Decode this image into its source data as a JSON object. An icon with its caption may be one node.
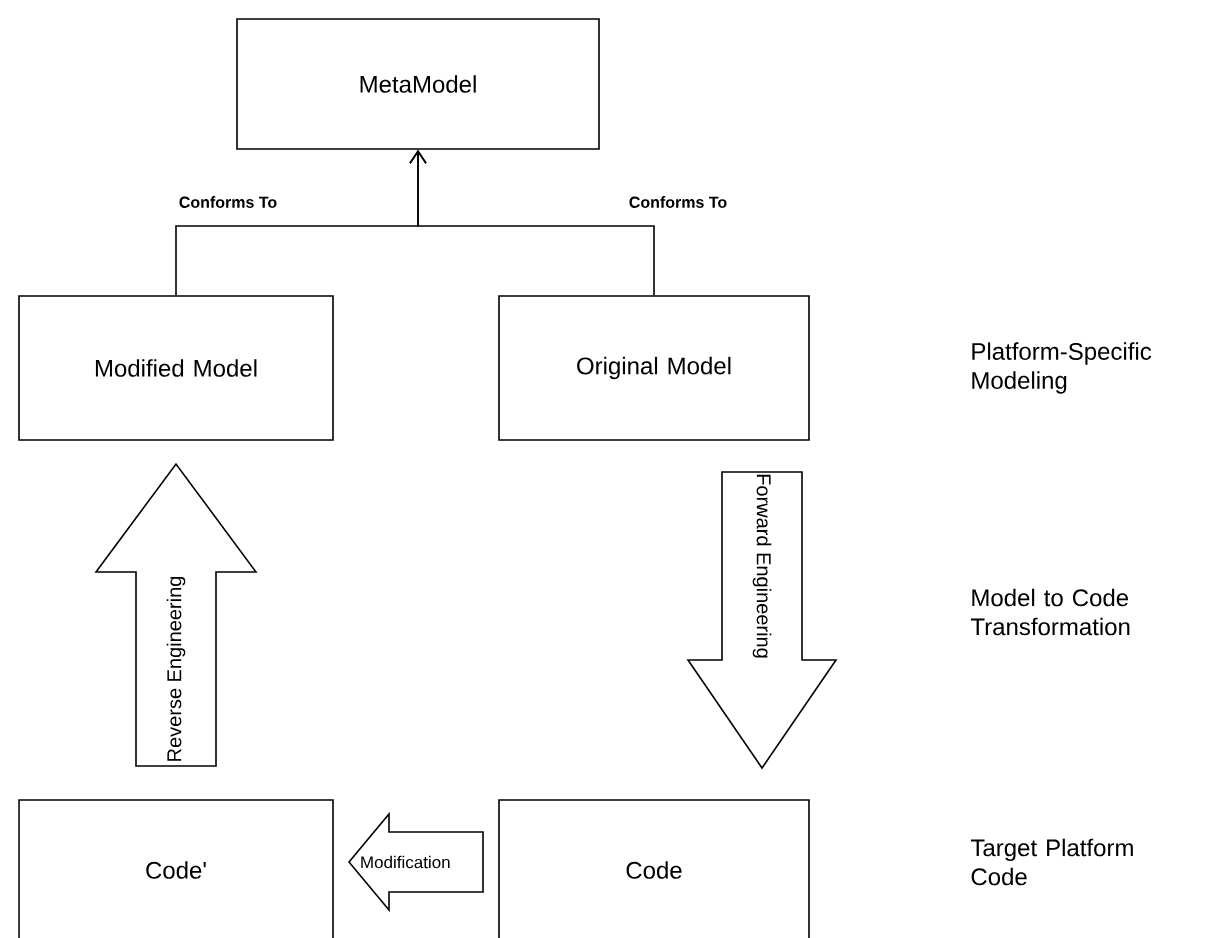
{
  "diagram": {
    "nodes": [
      {
        "text": [
          "MetaModel"
        ]
      },
      {
        "text": [
          "Modified Model"
        ]
      },
      {
        "text": [
          "Original Model"
        ]
      },
      {
        "text": [
          "Code'"
        ]
      },
      {
        "text": [
          "Code"
        ]
      }
    ],
    "edges": [
      {
        "from": 1,
        "to": 0,
        "arrow": "to",
        "label": "Conforms To"
      },
      {
        "from": 2,
        "to": 0,
        "arrow": "to",
        "label": "Conforms To"
      },
      {
        "from": 2,
        "to": 4,
        "arrow": "to",
        "label": "Forward Engineering"
      },
      {
        "from": 3,
        "to": 1,
        "arrow": "to",
        "label": "Reverse Engineering"
      },
      {
        "from": 4,
        "to": 3,
        "arrow": "to",
        "label": "Modification"
      }
    ],
    "labels": [
      "Platform-Specific Modeling",
      "Model to Code Transformation",
      "Target Platform Code"
    ]
  }
}
